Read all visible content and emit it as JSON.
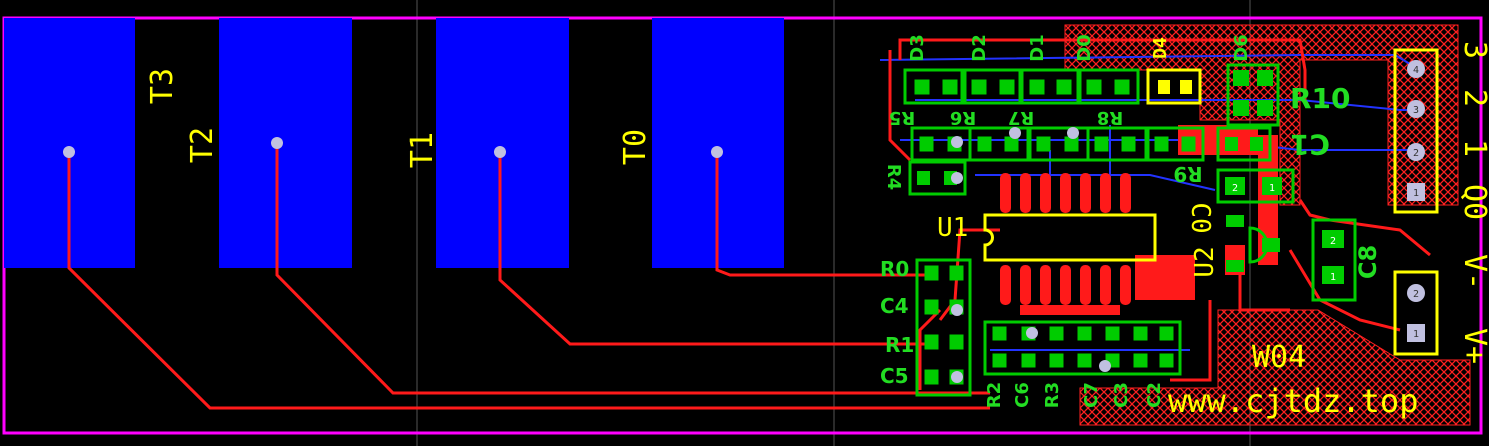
{
  "board": {
    "title": "W04",
    "url": "www.cjtdz.top",
    "colors": {
      "background": "#000000",
      "outline": "#ff00ff",
      "copper_bottom": "#0000ff",
      "copper_top": "#ff0000",
      "silkscreen": "#ffff00",
      "pad": "#00cc00",
      "via": "#c0c0e0"
    }
  },
  "touch_pads": [
    "T3",
    "T2",
    "T1",
    "T0"
  ],
  "connector_j1": {
    "labels": [
      "3",
      "2",
      "1",
      "Q0"
    ],
    "pins": [
      "4",
      "3",
      "2",
      "1"
    ]
  },
  "power": {
    "labels": [
      "V-",
      "V+"
    ],
    "pins": [
      "2",
      "1"
    ]
  },
  "components": {
    "leds": [
      "D3",
      "D2",
      "D1",
      "D0",
      "D4",
      "D6"
    ],
    "resistors_top": [
      "R5",
      "R6",
      "R7",
      "R8"
    ],
    "r4": "R4",
    "r9": "R9",
    "r10": "R10",
    "c1": "C1",
    "u1": "U1",
    "u2": "U2",
    "c0": "C0",
    "c8": "C8",
    "left_stack": [
      "R0",
      "C4",
      "R1",
      "C5"
    ],
    "bottom_row": [
      "R2",
      "C6",
      "R3",
      "C7",
      "C3",
      "C2"
    ],
    "c8_pins": [
      "2",
      "1"
    ],
    "c0_pins": [
      "2",
      "1"
    ]
  }
}
